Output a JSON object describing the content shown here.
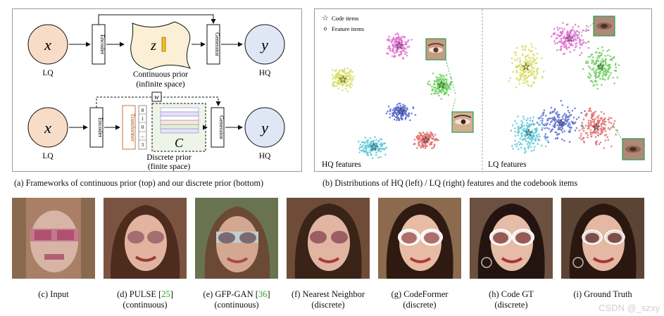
{
  "panel_a": {
    "top": {
      "input_symbol": "x",
      "input_label": "LQ",
      "encoder": "Encoder",
      "latent": "z",
      "generator": "Generator",
      "output_symbol": "y",
      "output_label": "HQ",
      "prior_title": "Continuous prior",
      "prior_sub": "(infinite space)"
    },
    "bottom": {
      "input_symbol": "x",
      "input_label": "LQ",
      "encoder": "Encoder",
      "transformer": "Transformer",
      "indices": [
        "8",
        "1",
        "0",
        "...",
        "3"
      ],
      "codebook": "C",
      "weight": "w",
      "generator": "Generator",
      "output_symbol": "y",
      "output_label": "HQ",
      "prior_title": "Discrete prior",
      "prior_sub": "(finite space)"
    },
    "caption": "(a) Frameworks of continuous prior (top) and our discrete prior (bottom)"
  },
  "panel_b": {
    "legend": [
      "Code items",
      "Feature items"
    ],
    "hq_label": "HQ features",
    "lq_label": "LQ features",
    "caption": "(b) Distributions of HQ (left) / LQ (right) features and the codebook items",
    "colors": [
      "#e070d0",
      "#d8dc60",
      "#70d060",
      "#6070d0",
      "#60c8d8",
      "#e07070"
    ]
  },
  "photos": [
    {
      "line1": "(c) Input",
      "line2": ""
    },
    {
      "line1": "(d) PULSE [",
      "ref": "25",
      "line1_end": "]",
      "line2": "(continuous)"
    },
    {
      "line1": "(e) GFP-GAN [",
      "ref": "36",
      "line1_end": "]",
      "line2": "(continuous)"
    },
    {
      "line1": "(f) Nearest Neighbor",
      "line2": "(discrete)"
    },
    {
      "line1": "(g) CodeFormer",
      "line2": "(discrete)"
    },
    {
      "line1": "(h) Code GT",
      "line2": "(discrete)"
    },
    {
      "line1": "(i) Ground Truth",
      "line2": ""
    }
  ],
  "watermark": "CSDN @_szxy"
}
